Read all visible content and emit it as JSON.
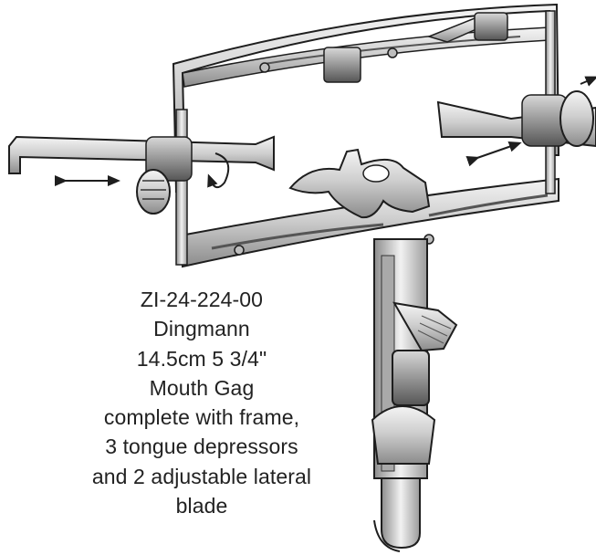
{
  "product": {
    "caption_lines": [
      "ZI-24-224-00",
      "Dingmann",
      "14.5cm 5 3/4\"",
      "Mouth Gag",
      "complete with frame,",
      "3 tongue depressors",
      "and 2 adjustable lateral",
      "blade"
    ]
  },
  "illustration": {
    "icon": "mouth-gag-instrument-illustration",
    "colors": {
      "metal_light": "#e6e6e6",
      "metal_mid": "#b9b9b9",
      "metal_dark": "#6e6e6e",
      "outline": "#1e1e1e"
    }
  }
}
